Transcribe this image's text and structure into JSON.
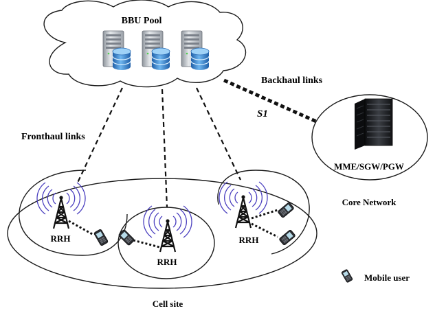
{
  "labels": {
    "bbu_pool": "BBU Pool",
    "backhaul_links": "Backhaul links",
    "s1": "S1",
    "fronthaul_links": "Fronthaul links",
    "mme_sgw_pgw": "MME/SGW/PGW",
    "core_network": "Core Network",
    "rrh_left": "RRH",
    "rrh_middle": "RRH",
    "rrh_right": "RRH",
    "cell_site": "Cell site",
    "mobile_user": "Mobile user"
  },
  "colors": {
    "radio_wave": "#4a3fbf",
    "server_body": "#c9cdd3",
    "database": "#3f8fd6",
    "rack": "#1c1e22"
  }
}
